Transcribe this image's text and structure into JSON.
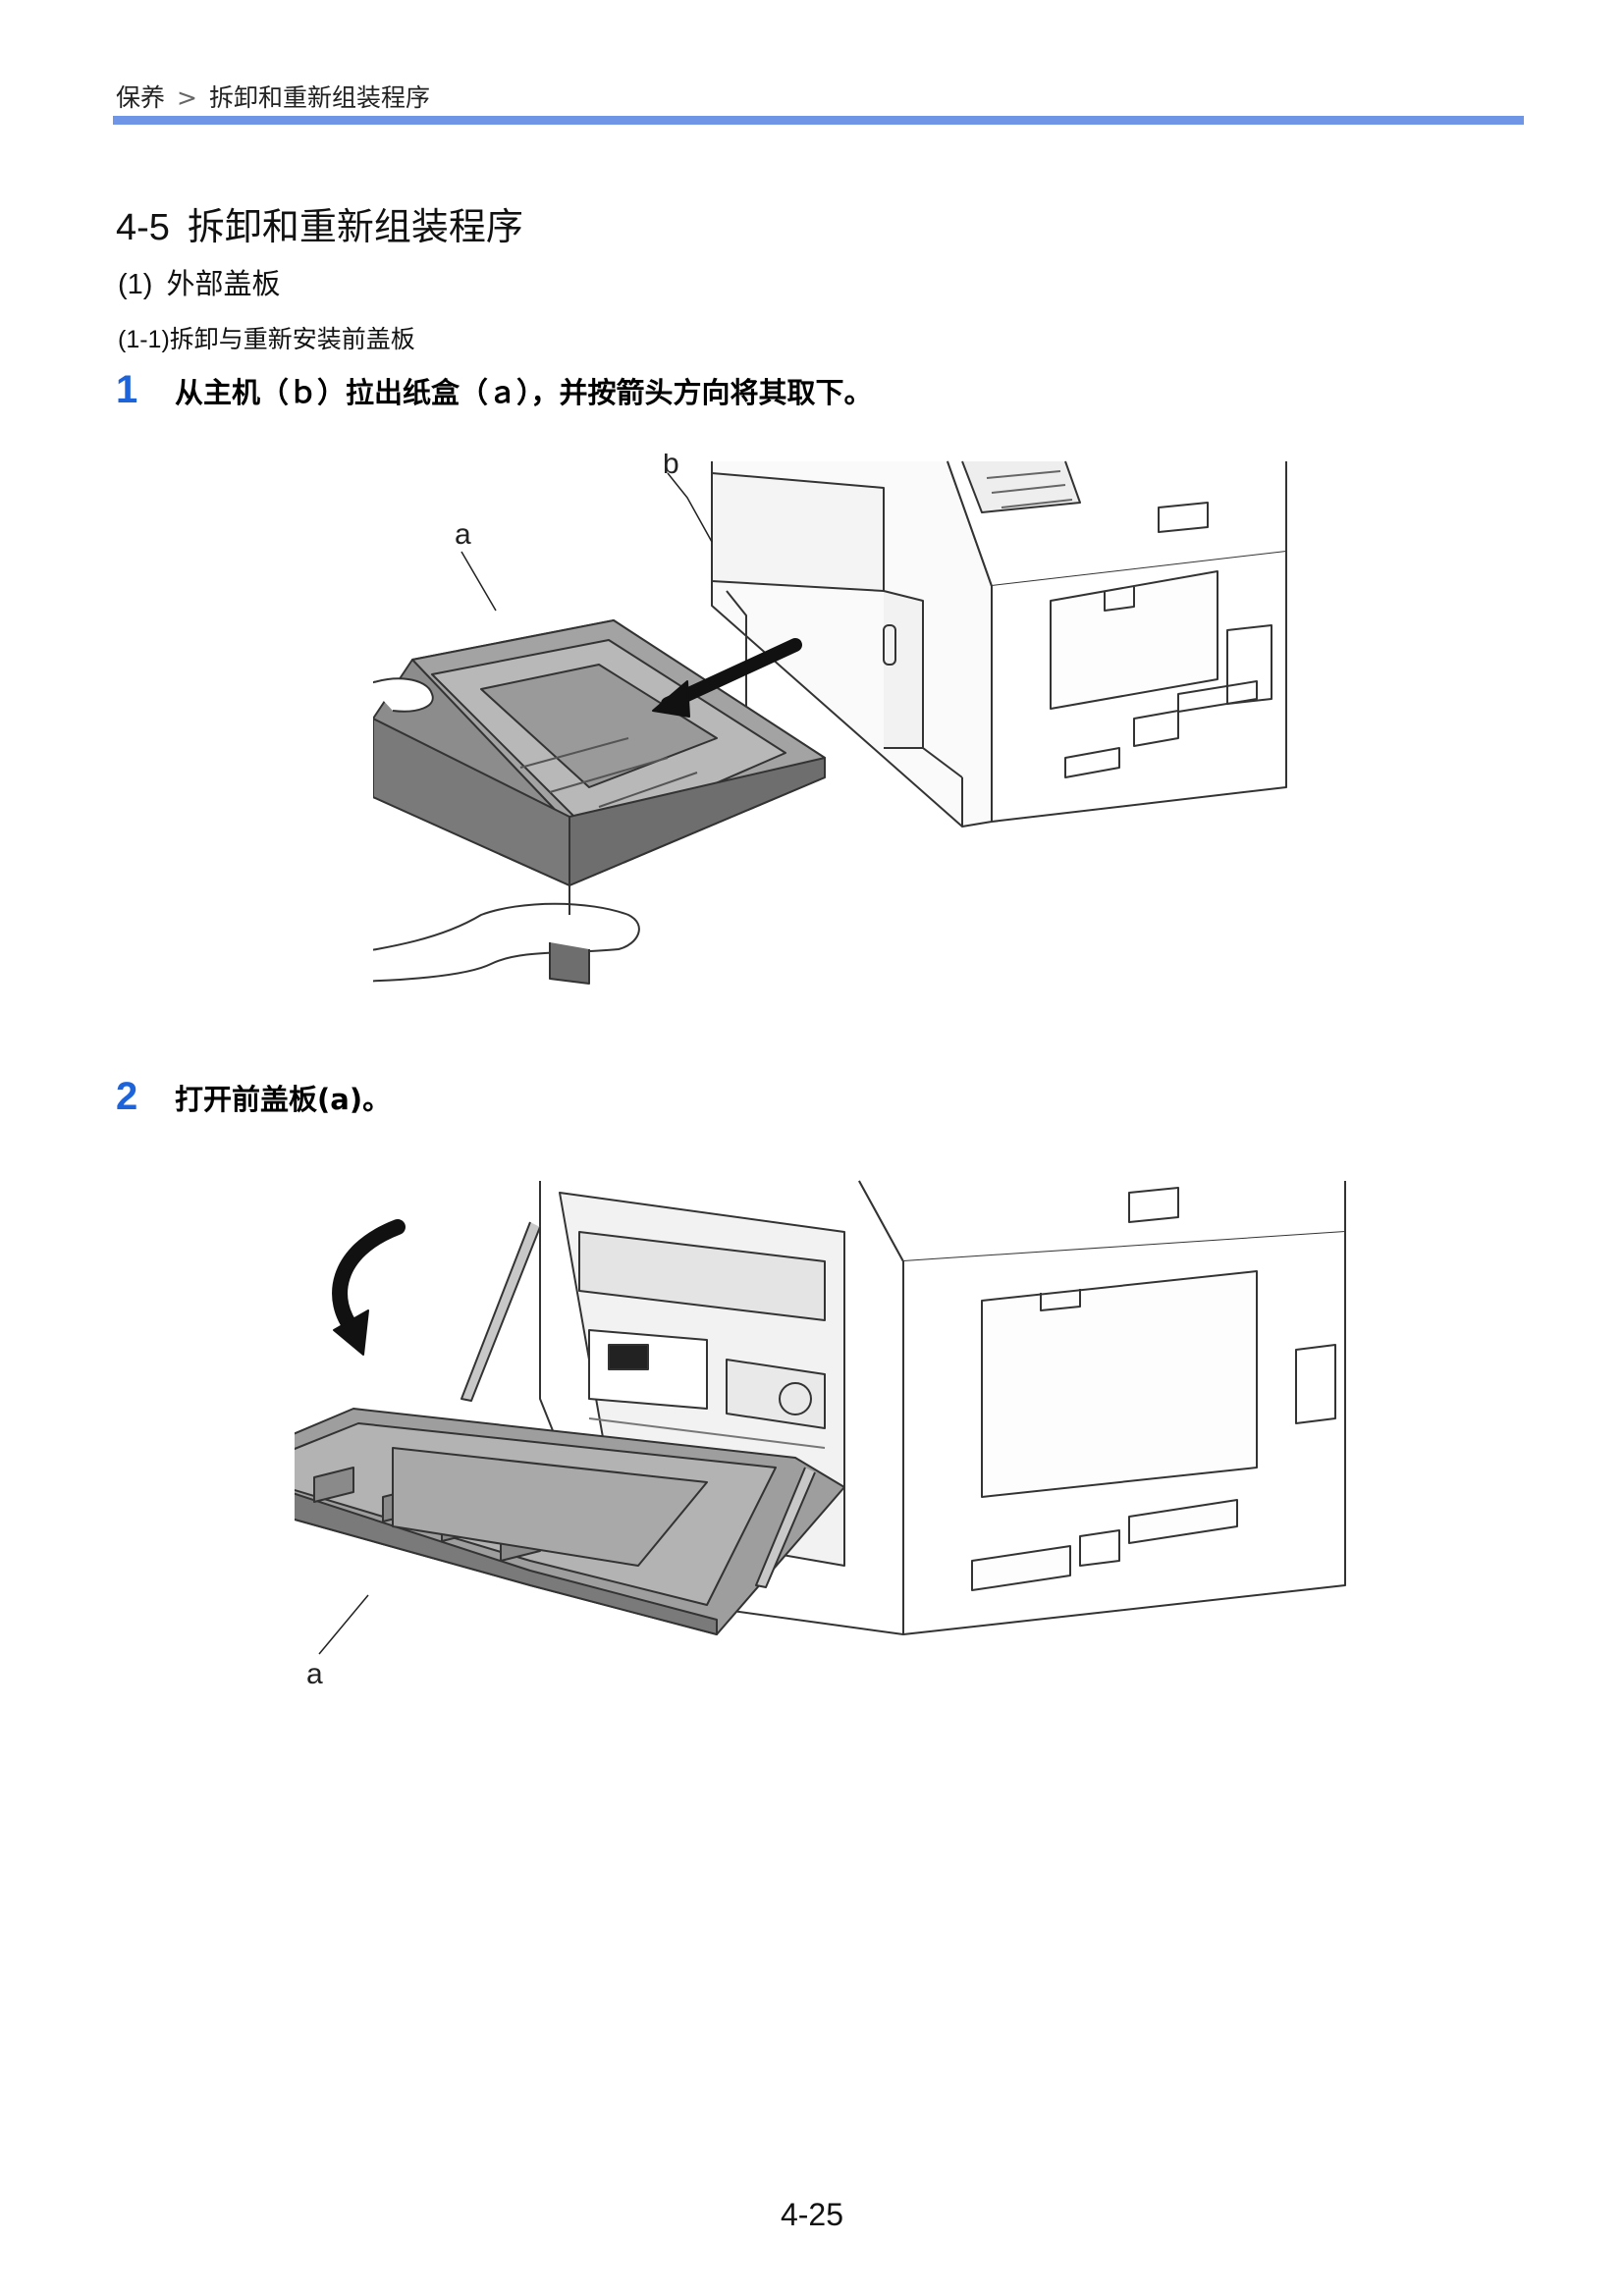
{
  "header": {
    "breadcrumb": [
      "保养",
      "拆卸和重新组装程序"
    ],
    "separator": ">",
    "rule_color": "#6f96e6"
  },
  "section": {
    "number": "4-5",
    "title": "拆卸和重新组装程序"
  },
  "subsection": {
    "number": "(1)",
    "title": "外部盖板"
  },
  "subsubsection": {
    "number": "(1-1)",
    "title": "拆卸与重新安装前盖板"
  },
  "steps": [
    {
      "number": "1",
      "text": "从主机（ｂ）拉出纸盒（ａ），并按箭头方向将其取下。"
    },
    {
      "number": "2",
      "text": "打开前盖板(a)。"
    }
  ],
  "figures": [
    {
      "callouts": [
        "b",
        "a"
      ]
    },
    {
      "callouts": [
        "a"
      ]
    }
  ],
  "page_number": "4-25",
  "accent_color": "#1d63d9"
}
